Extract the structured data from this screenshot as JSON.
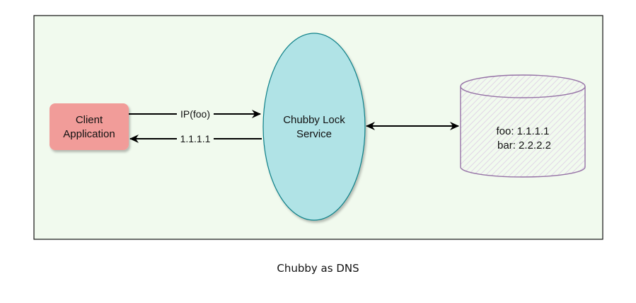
{
  "diagram": {
    "nodes": {
      "client": {
        "line1": "Client",
        "line2": "Application",
        "fill": "#f19c99",
        "stroke": "#f19c99"
      },
      "chubby": {
        "line1": "Chubby Lock",
        "line2": "Service",
        "fill": "#b0e3e6",
        "stroke": "#0e8088"
      },
      "store": {
        "line1": "foo: 1.1.1.1",
        "line2": "bar: 2.2.2.2",
        "stroke": "#9673a6",
        "hatch": "#e1d5e7"
      }
    },
    "edges": {
      "request": {
        "label": "IP(foo)",
        "from": "client",
        "to": "chubby"
      },
      "response": {
        "label": "1.1.1.1",
        "from": "chubby",
        "to": "client"
      },
      "sync": {
        "label": "",
        "from": "chubby",
        "to": "store",
        "bidirectional": true
      }
    },
    "background": "#f1faee"
  },
  "caption": "Chubby as DNS"
}
